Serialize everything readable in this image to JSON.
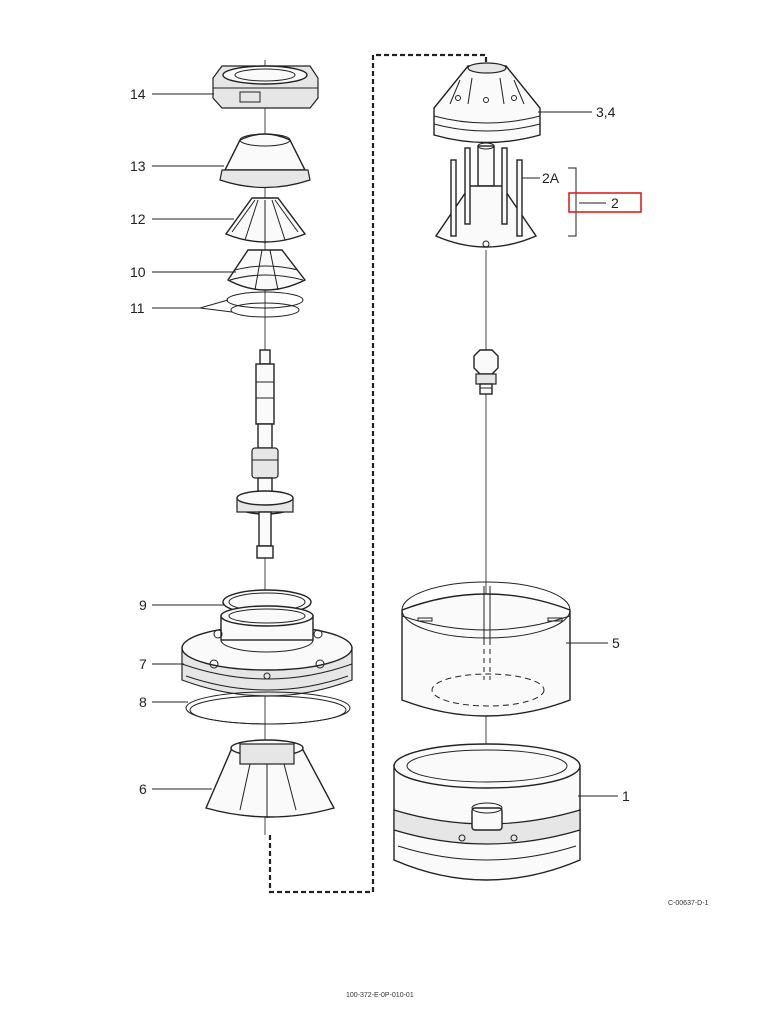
{
  "labels": {
    "p14": "14",
    "p13": "13",
    "p12": "12",
    "p10": "10",
    "p11": "11",
    "p9": "9",
    "p7": "7",
    "p8": "8",
    "p6": "6",
    "p34": "3,4",
    "p2A": "2A",
    "p2": "2",
    "p5": "5",
    "p1": "1"
  },
  "drawing_ref": "C-00637-D-1",
  "doc_number": "100-372-E-0P-010-01",
  "colors": {
    "highlight": "#e02020",
    "line": "#222222"
  }
}
